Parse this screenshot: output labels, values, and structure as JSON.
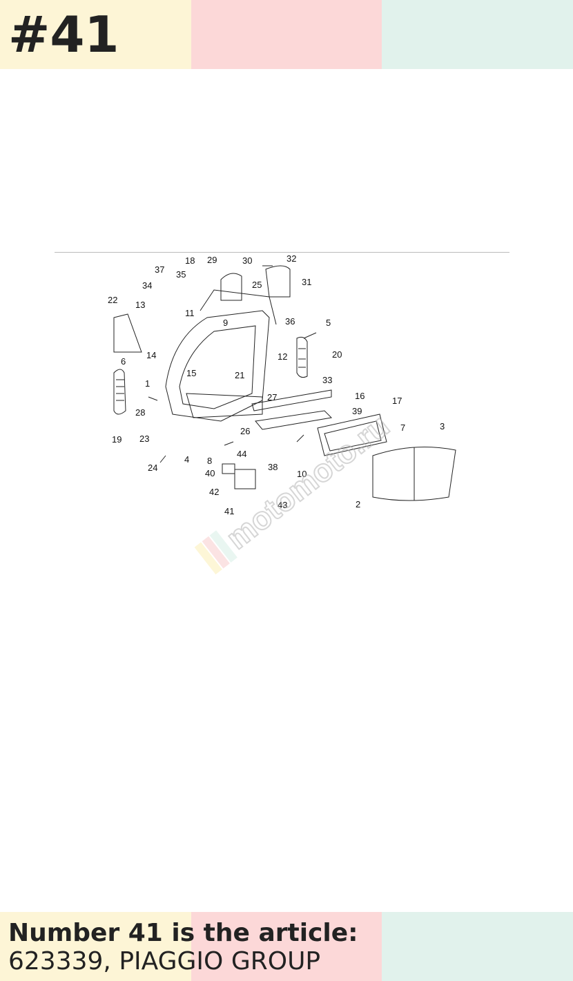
{
  "header": {
    "number": "#41"
  },
  "caption": {
    "line1": "Number 41 is the article:",
    "line2": "623339, PIAGGIO GROUP"
  },
  "watermark": {
    "text": "motomoto.ru"
  },
  "diagram": {
    "labels": [
      "1",
      "2",
      "3",
      "4",
      "5",
      "6",
      "7",
      "8",
      "9",
      "10",
      "11",
      "12",
      "13",
      "14",
      "15",
      "16",
      "17",
      "18",
      "19",
      "20",
      "21",
      "22",
      "23",
      "24",
      "25",
      "26",
      "27",
      "28",
      "29",
      "30",
      "31",
      "32",
      "33",
      "34",
      "35",
      "36",
      "37",
      "38",
      "39",
      "40",
      "41",
      "42",
      "43",
      "44"
    ]
  },
  "colors": {
    "band_yellow": "#fdf5d6",
    "band_pink": "#fcd8d8",
    "band_green": "#e1f2ec",
    "text": "#222222"
  }
}
